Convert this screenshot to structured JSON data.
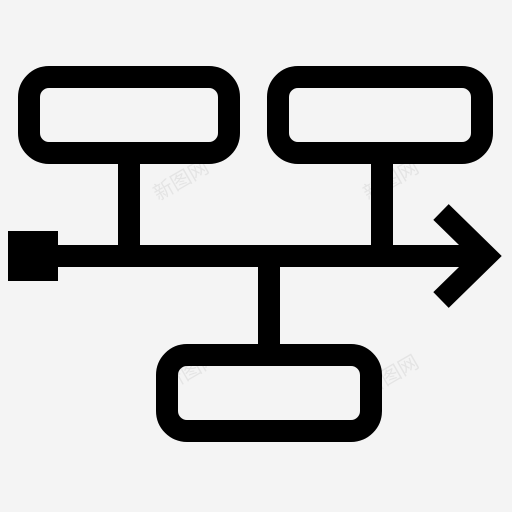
{
  "icon": {
    "name": "timeline-flow-icon",
    "stroke_color": "#000000",
    "background_color": "#f4f4f4"
  },
  "watermarks": [
    {
      "text": "新图网"
    },
    {
      "text": "新图网"
    },
    {
      "text": "新图网"
    },
    {
      "text": "新图网"
    }
  ]
}
